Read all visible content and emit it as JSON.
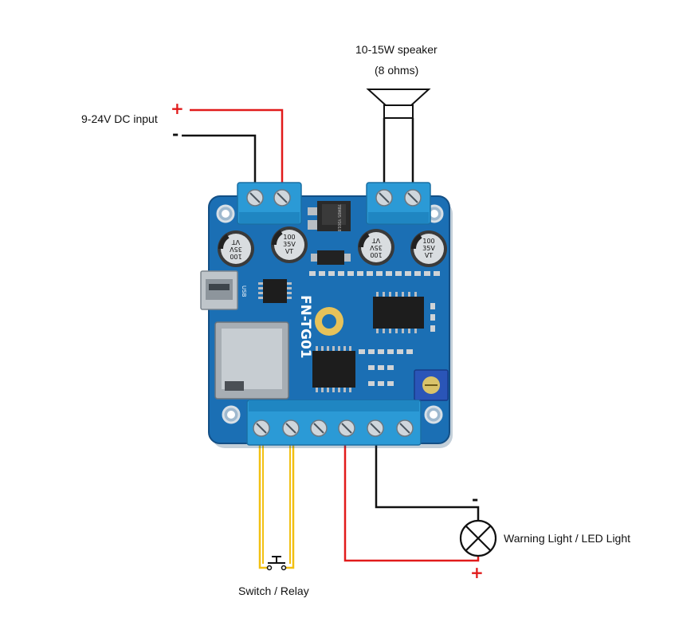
{
  "labels": {
    "dc_input": "9-24V DC input",
    "speaker_line1": "10-15W speaker",
    "speaker_line2": "(8 ohms)",
    "warning_light": "Warning Light / LED Light",
    "switch_relay": "Switch / Relay"
  },
  "polarity": {
    "dc_plus": "+",
    "dc_minus": "-",
    "light_minus": "-",
    "light_plus": "+"
  },
  "board": {
    "name": "FN-TG01",
    "cap_value": "100",
    "cap_voltage": "35V",
    "cap_marking": "VT",
    "regulator_text": "78M05 Y0018",
    "connector_label": "USB"
  },
  "colors": {
    "wire_red": "#e11b1b",
    "wire_black": "#111111",
    "wire_yellow": "#f2c011",
    "pcb_blue": "#1b6fb4",
    "terminal_blue": "#2b9ad6",
    "trimpot_blue": "#2a55b8"
  }
}
